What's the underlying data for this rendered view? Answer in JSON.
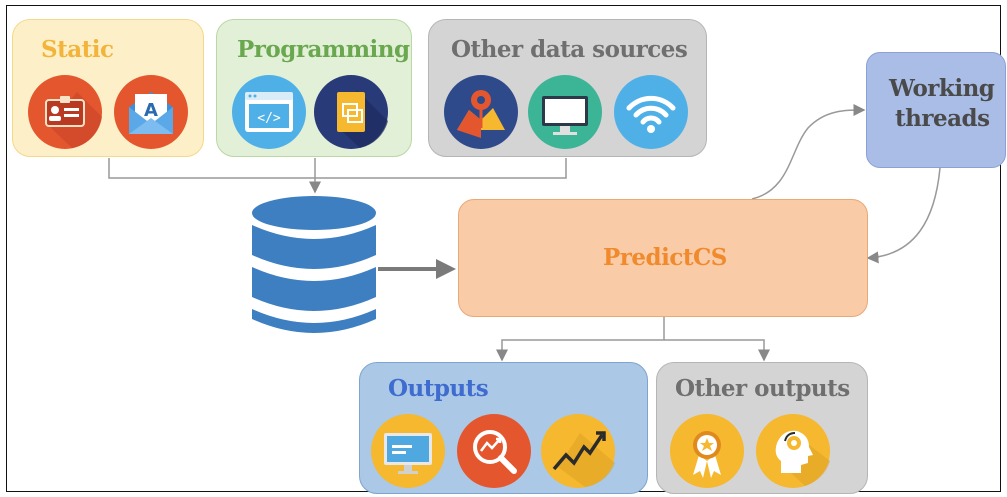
{
  "sources": {
    "static": {
      "title": "Static",
      "icons": [
        "id-card-icon",
        "mail-icon"
      ]
    },
    "programming": {
      "title": "Programming",
      "icons": [
        "code-window-icon",
        "document-copy-icon"
      ]
    },
    "other": {
      "title": "Other data sources",
      "icons": [
        "map-pin-icon",
        "monitor-icon",
        "wifi-icon"
      ]
    }
  },
  "working_threads": {
    "line1": "Working",
    "line2": "threads"
  },
  "database": {
    "icon": "database-icon"
  },
  "predictcs": {
    "label": "PredictCS"
  },
  "outputs": {
    "title": "Outputs",
    "icons": [
      "presentation-icon",
      "search-analytics-icon",
      "trend-chart-icon"
    ]
  },
  "other_outputs": {
    "title": "Other outputs",
    "icons": [
      "award-ribbon-icon",
      "head-idea-icon"
    ]
  },
  "colors": {
    "static_bg": "#fdf0c8",
    "static_title": "#f2b43a",
    "programming_bg": "#e2f0d8",
    "programming_title": "#6aa84f",
    "other_bg": "#d4d4d4",
    "other_title": "#6f6f6f",
    "threads_bg": "#a9bde6",
    "threads_title": "#4a4a4a",
    "predict_bg": "#f9cba6",
    "predict_title": "#f08a2c",
    "outputs_bg": "#abc8e6",
    "outputs_title": "#3f6ccf",
    "db": "#3d7fc1"
  }
}
